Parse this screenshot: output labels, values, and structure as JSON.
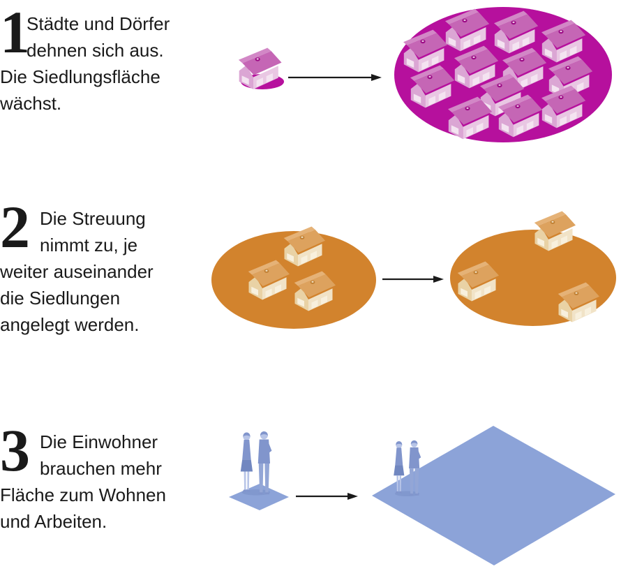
{
  "title": "Siedlungsentwicklung Diagramm",
  "steps": [
    {
      "number": "1",
      "lines": [
        "Städte und Dörfer",
        "dehnen sich aus.",
        "Die Siedlungsfläche",
        "wächst."
      ]
    },
    {
      "number": "2",
      "lines": [
        "Die Streuung",
        "nimmt zu, je",
        "weiter auseinander",
        "die Siedlungen",
        "angelegt werden."
      ]
    },
    {
      "number": "3",
      "lines": [
        "Die Einwohner",
        "brauchen mehr",
        "Fläche zum Wohnen",
        "und Arbeiten."
      ]
    }
  ],
  "icons": {
    "house_pink": "house-icon",
    "house_orange": "house-icon",
    "couple": "two-people-icon",
    "arrow": "right-arrow-icon",
    "settlement_ellipse": "settlement-area",
    "land_diamond": "land-area"
  },
  "colors": {
    "text_black": "#1a1a1a",
    "arrow_black": "#1a1a1a",
    "settlement_magenta": "#b6109d",
    "roof_pink": "#c566b5",
    "roof_pink_light": "#d287c6",
    "wall_pink": "#dba6d4",
    "wall_pink_front": "#e9c7e3",
    "window_pink": "#f4e3f1",
    "chimney_magenta": "#9c0b85",
    "settlement_orange": "#d2832d",
    "roof_orange": "#dda25e",
    "roof_orange_light": "#e5b277",
    "wall_orange": "#e9d2a5",
    "wall_orange_front": "#f1e3c7",
    "window_orange": "#f8f0dd",
    "chimney_orange": "#c08034",
    "area_blue": "#8ca3d8",
    "figure_blue": "#8195cc",
    "figure_blue_dark": "#7187c0",
    "figure_blue_mid": "#93a6d6",
    "figure_blue_light": "#b7c4e7"
  }
}
